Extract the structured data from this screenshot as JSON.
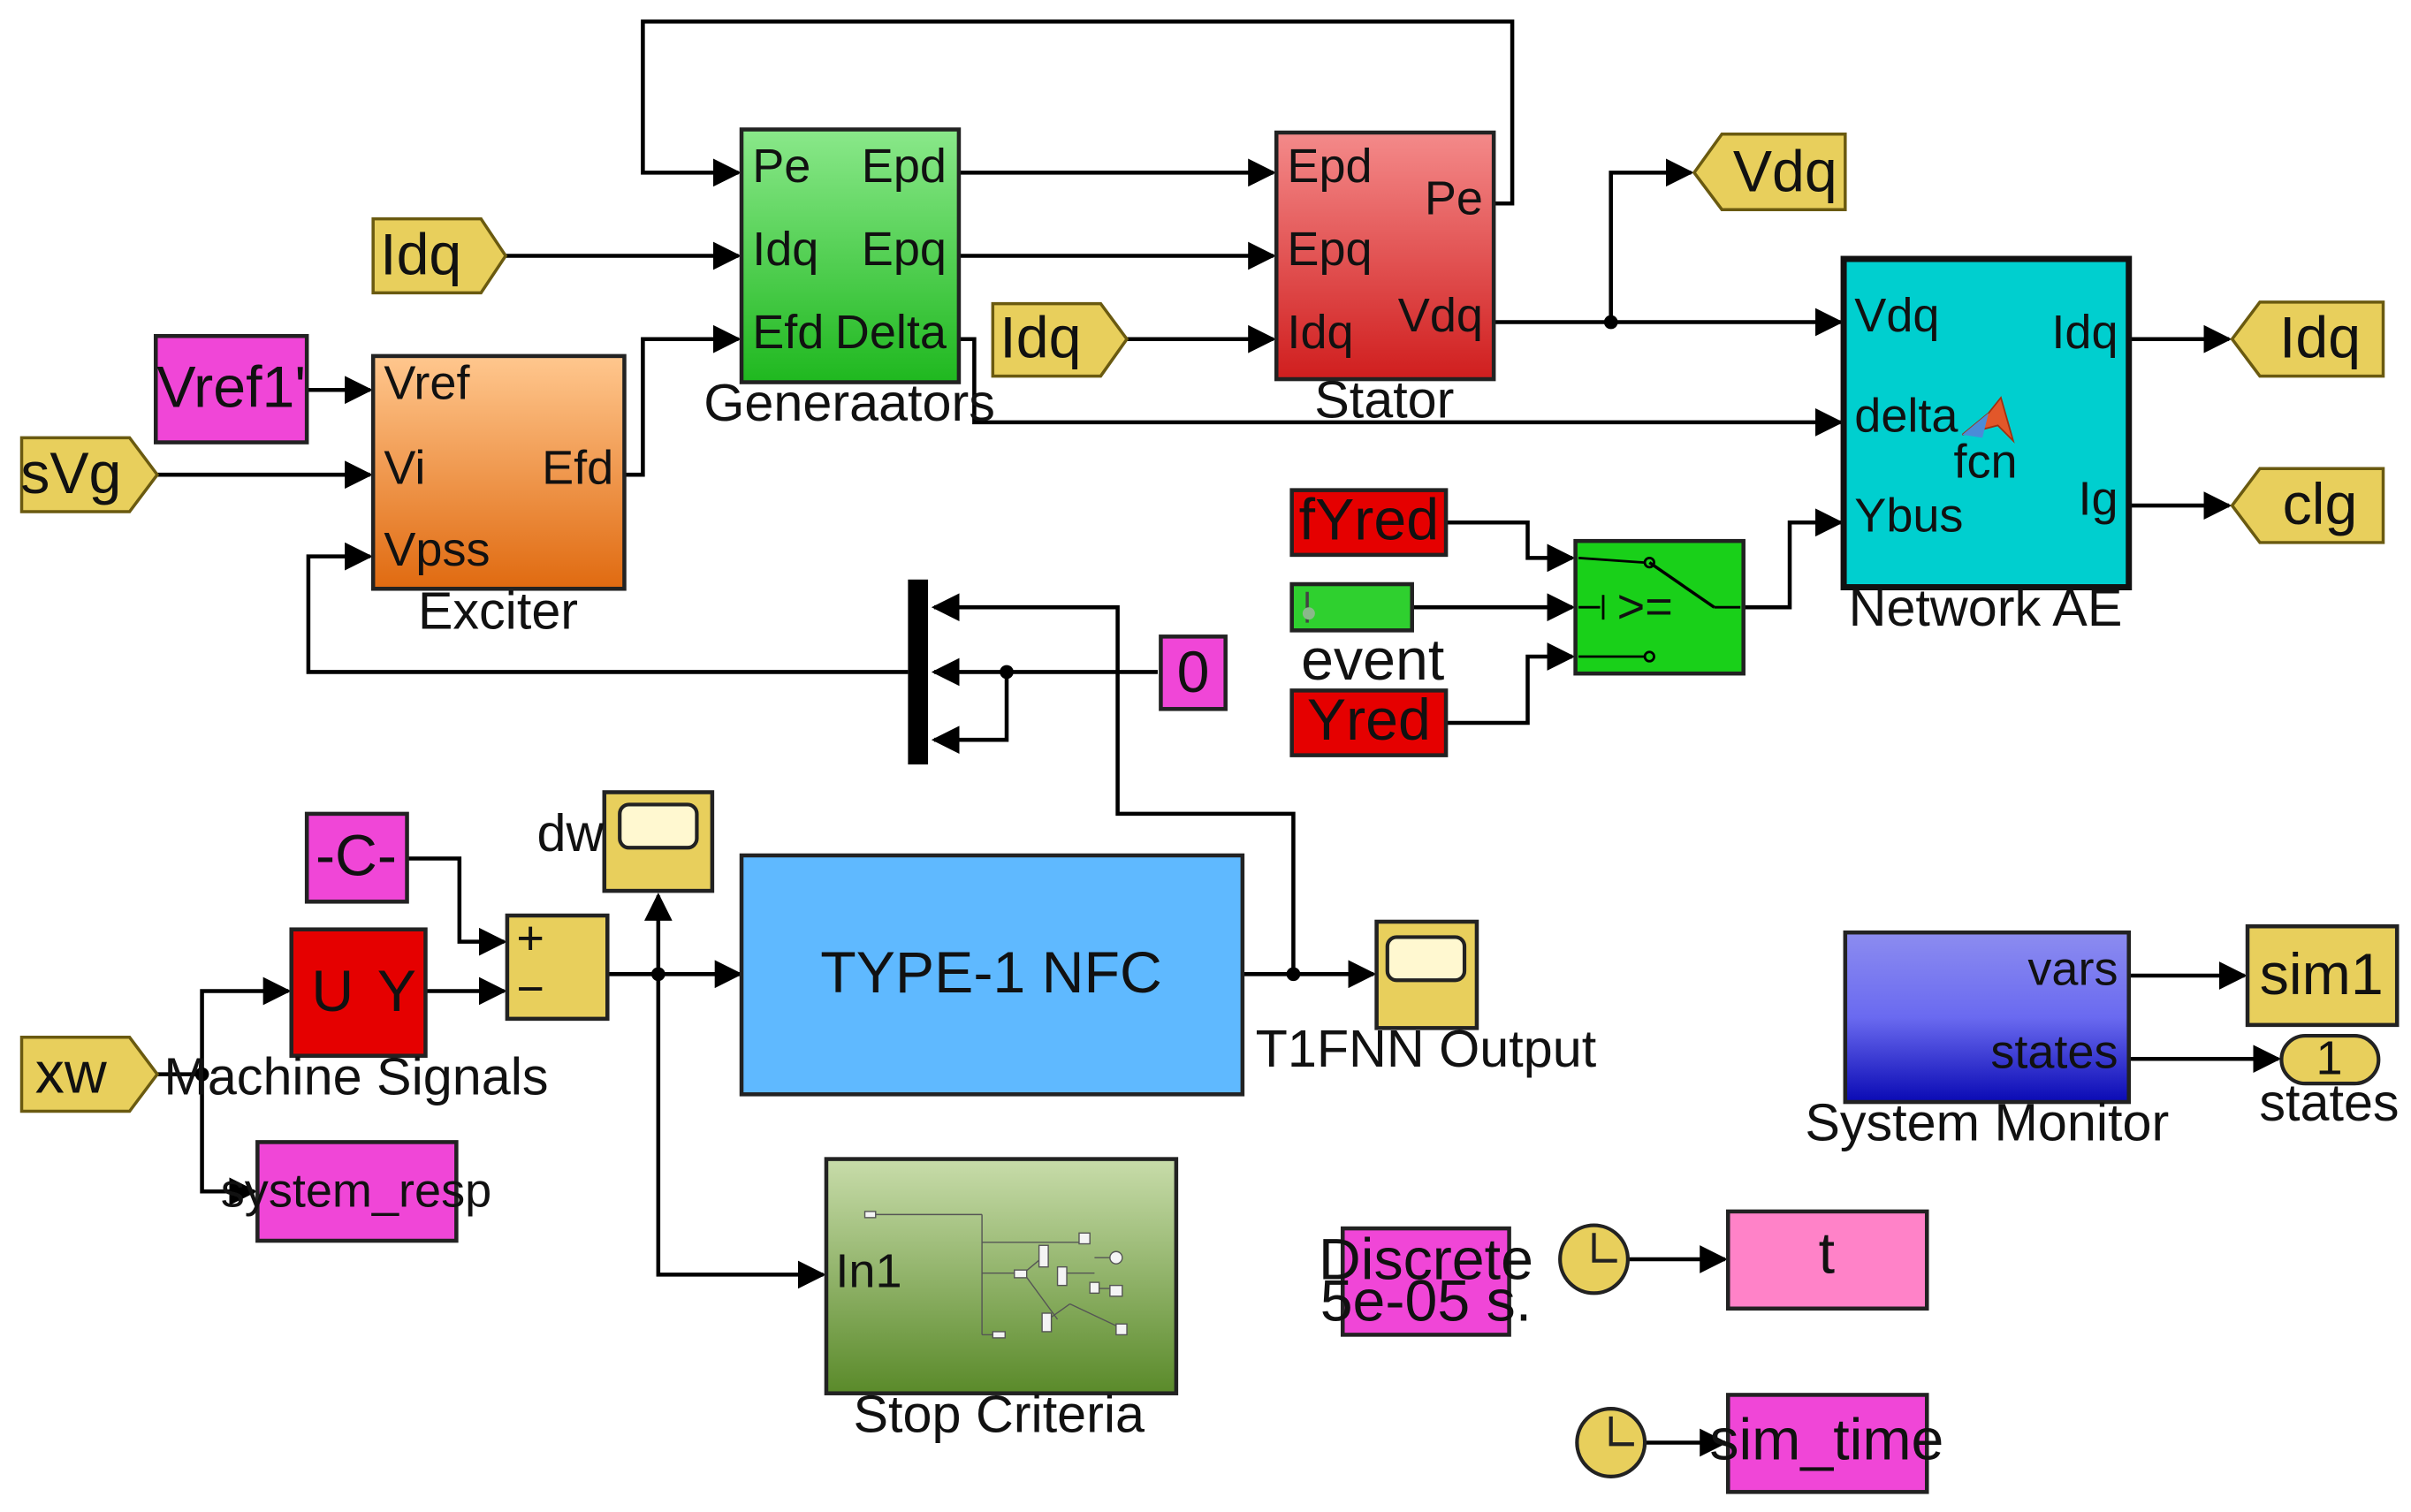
{
  "colors": {
    "tag_yellow": "#e8cf5c",
    "magenta": "#f046d7",
    "pink": "#ff82c8",
    "red": "#e50000",
    "cyan": "#00cfcf",
    "light_blue": "#5fb9ff",
    "green": "#2fd02f",
    "orange": "#f08a2a",
    "clock_yellow": "#e8cf5c",
    "discrete_text": "#2020ff"
  },
  "generators": {
    "label": "Generaators",
    "in1": "Pe",
    "in2": "Idq",
    "in3": "Efd",
    "out1": "Epd",
    "out2": "Epq",
    "out3": "Delta"
  },
  "stator": {
    "label": "Stator",
    "in1": "Epd",
    "in2": "Epq",
    "in3": "Idq",
    "out1": "Pe",
    "out2": "Vdq"
  },
  "exciter": {
    "label": "Exciter",
    "in1": "Vref",
    "in2": "Vi",
    "in3": "Vpss",
    "out1": "Efd"
  },
  "network": {
    "label": "Network AE",
    "in1": "Vdq",
    "in2": "delta",
    "in3": "Ybus",
    "out1": "Idq",
    "out2": "Ig",
    "fcn": "fcn",
    "icon": "matlab-logo-icon"
  },
  "tags": {
    "idq_from_gen": "Idq",
    "idq_from_stator": "Idq",
    "vref": "Vref1'",
    "svg": "sVg",
    "vdq_goto": "Vdq",
    "idq_goto": "Idq",
    "clg_goto": "clg",
    "xw": "xw",
    "sim1": "sim1"
  },
  "switch": {
    "fyred": "fYred",
    "event": "event",
    "yred": "Yred",
    "op": ">="
  },
  "constants": {
    "zero": "0",
    "c": "-C-"
  },
  "machine_signals": {
    "label": "Machine Signals",
    "in": "U",
    "out": "Y"
  },
  "sum": {
    "plus": "+",
    "minus": "−"
  },
  "scope_dw": {
    "label": "dw"
  },
  "nfc": {
    "label": "TYPE-1 NFC"
  },
  "scope_out": {
    "label": "T1FNN Output"
  },
  "system_resp": "system_resp",
  "stop": {
    "label": "Stop Criteria",
    "in": "In1"
  },
  "discrete": {
    "line1": "Discrete",
    "line2": "5e-05 s."
  },
  "clock_t": "t",
  "clock_sim_time": "sim_time",
  "monitor": {
    "label": "System Monitor",
    "out1": "vars",
    "out2": "states"
  },
  "states_port": {
    "number": "1",
    "label": "states"
  }
}
